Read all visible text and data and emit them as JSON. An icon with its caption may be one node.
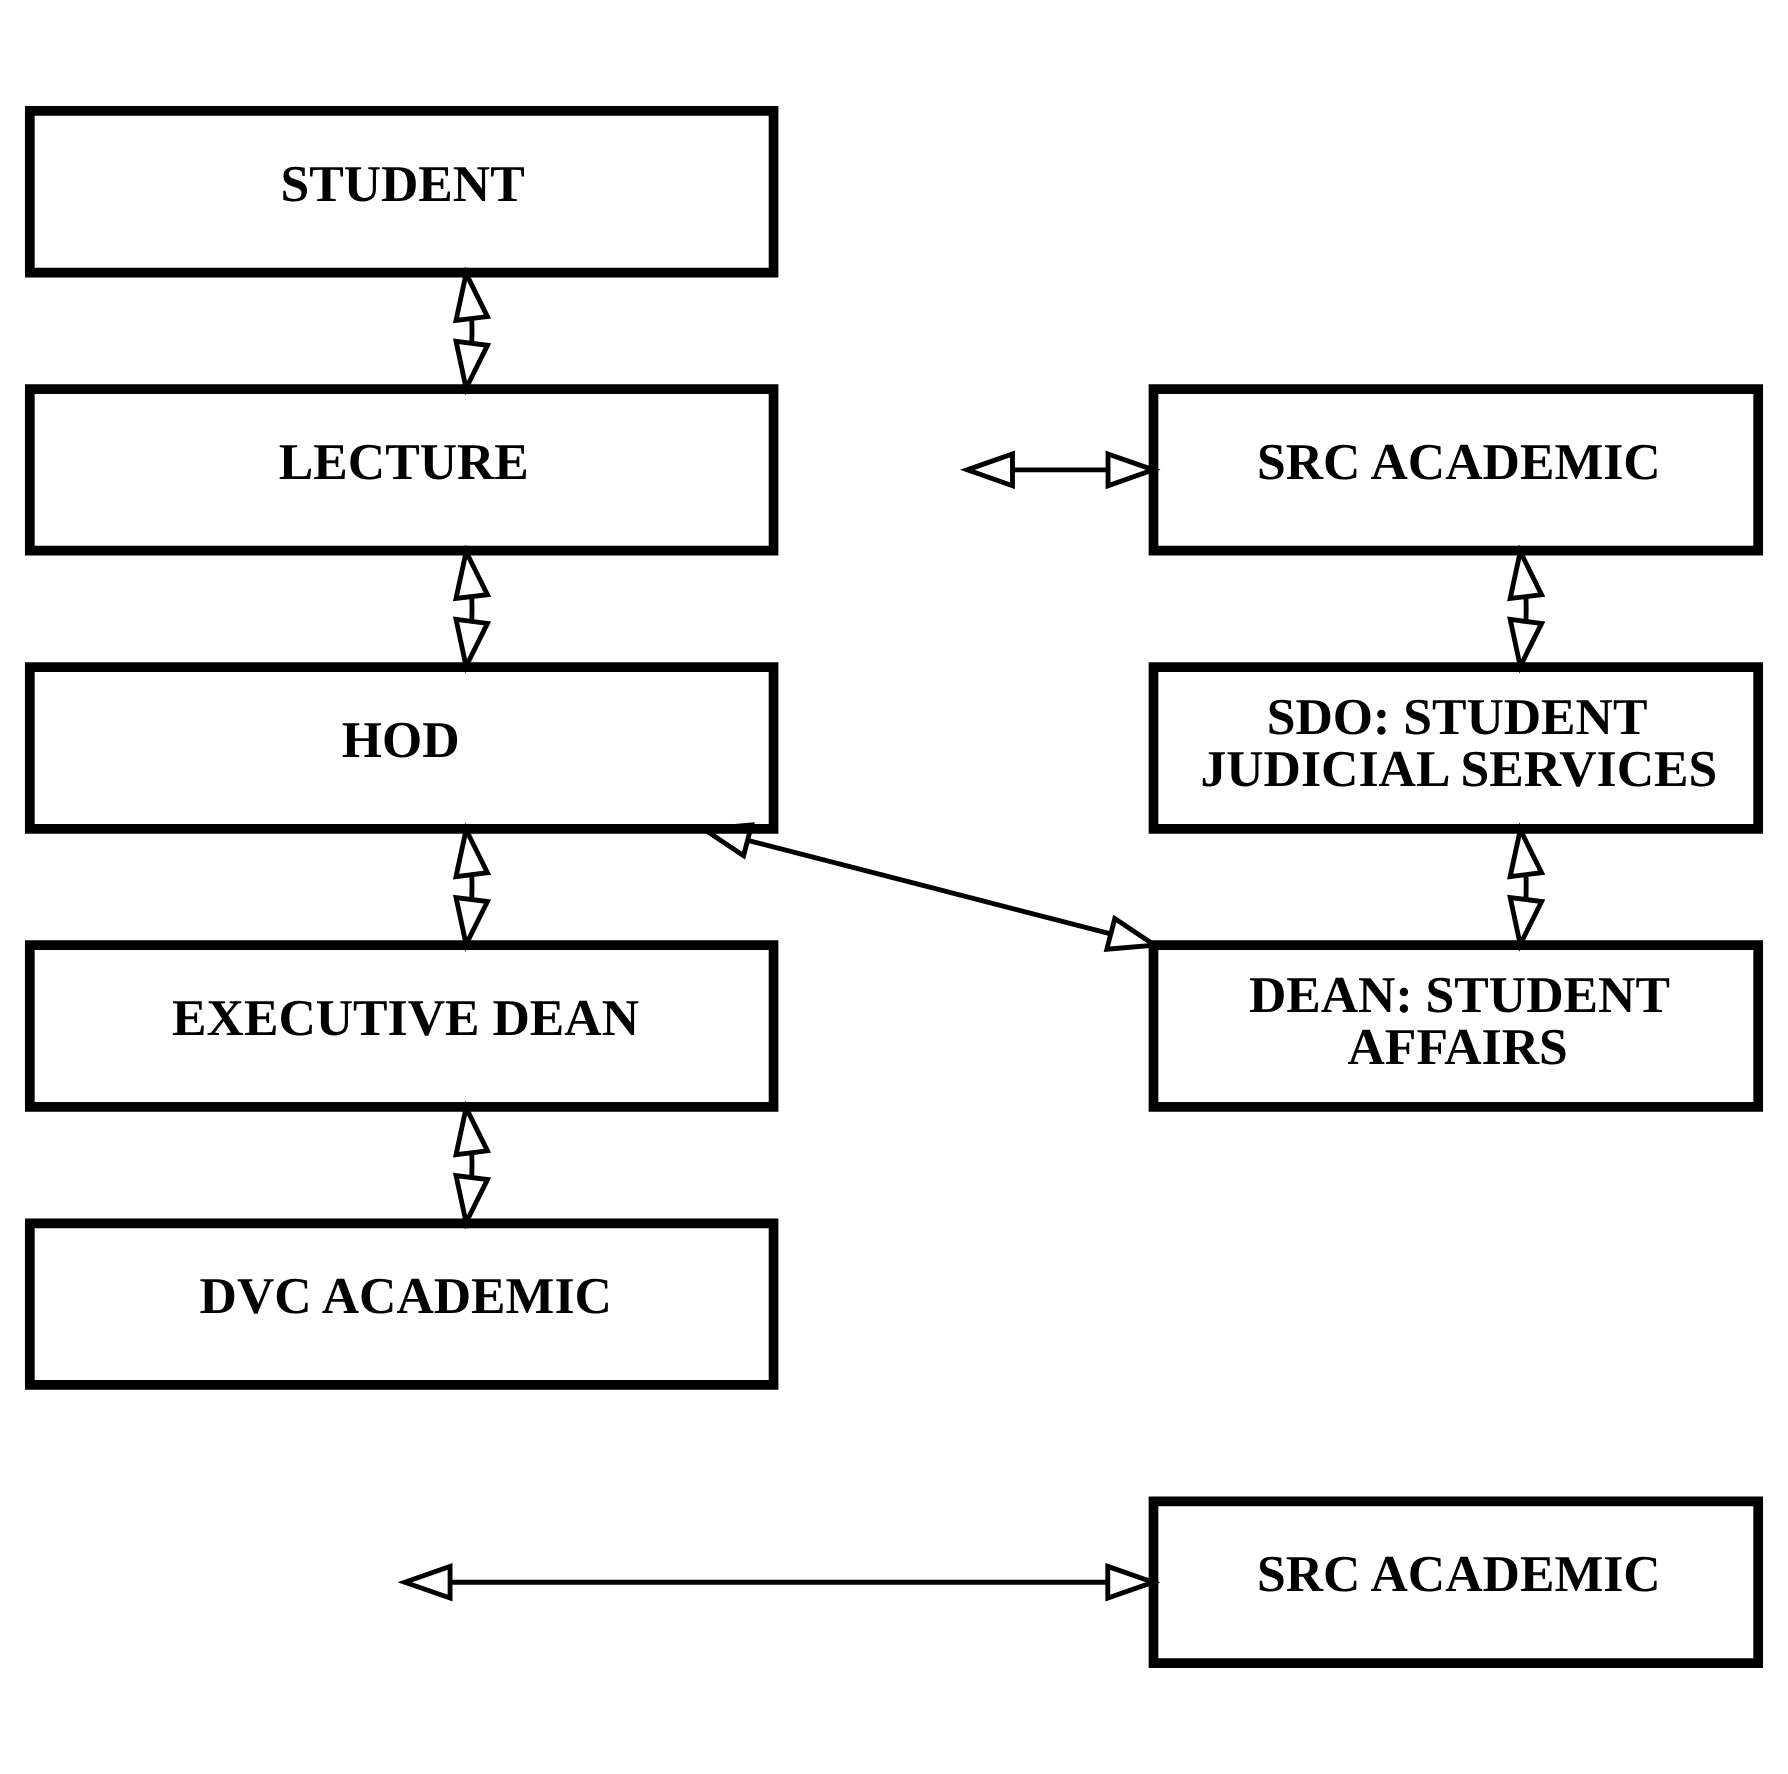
{
  "diagram": {
    "nodes": [
      {
        "text": [
          "STUDENT"
        ]
      },
      {
        "text": [
          "SRC ACADEMIC"
        ]
      },
      {
        "text": [
          "LECTURE"
        ]
      },
      {
        "text": [
          "SDO: STUDENT JUDICIAL SERVICES"
        ]
      },
      {
        "text": [
          "HOD"
        ]
      },
      {
        "text": [
          "EXECUTIVE DEAN"
        ]
      },
      {
        "text": [
          "DEAN: STUDENT AFFAIRS"
        ]
      },
      {
        "text": [
          "SRC ACADEMIC"
        ]
      },
      {
        "text": [
          "DVC ACADEMIC"
        ]
      }
    ],
    "edges": [
      {
        "from": 0,
        "to": 2,
        "arrow": "both"
      },
      {
        "from": null,
        "to": 1,
        "arrow": "both"
      },
      {
        "from": 2,
        "to": 4,
        "arrow": "both"
      },
      {
        "from": 1,
        "to": 3,
        "arrow": "both"
      },
      {
        "from": 4,
        "to": 5,
        "arrow": "both"
      },
      {
        "from": 4,
        "to": 6,
        "arrow": "both"
      },
      {
        "from": 3,
        "to": 6,
        "arrow": "both"
      },
      {
        "from": 5,
        "to": 8,
        "arrow": "both"
      },
      {
        "from": null,
        "to": 7,
        "arrow": "both"
      }
    ]
  }
}
